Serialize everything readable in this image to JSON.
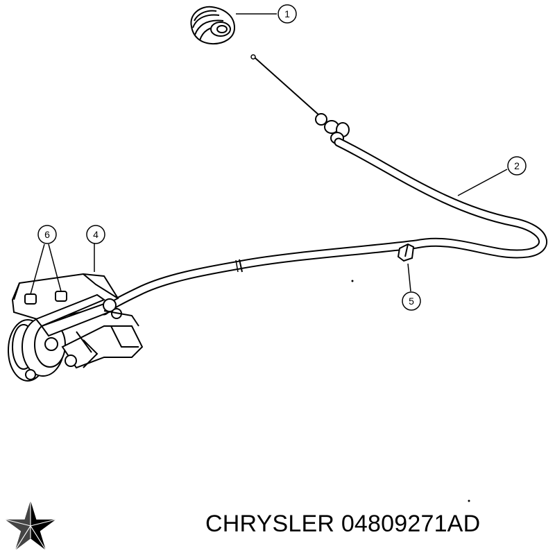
{
  "caption": {
    "brand": "CHRYSLER",
    "part_number": "04809271AD"
  },
  "callouts": [
    {
      "id": "c1",
      "label": "1"
    },
    {
      "id": "c2",
      "label": "2"
    },
    {
      "id": "c4",
      "label": "4"
    },
    {
      "id": "c5",
      "label": "5"
    },
    {
      "id": "c6",
      "label": "6"
    }
  ],
  "logo": {
    "icon": "pentastar-logo-icon"
  },
  "colors": {
    "line": "#000000",
    "background": "#ffffff"
  }
}
